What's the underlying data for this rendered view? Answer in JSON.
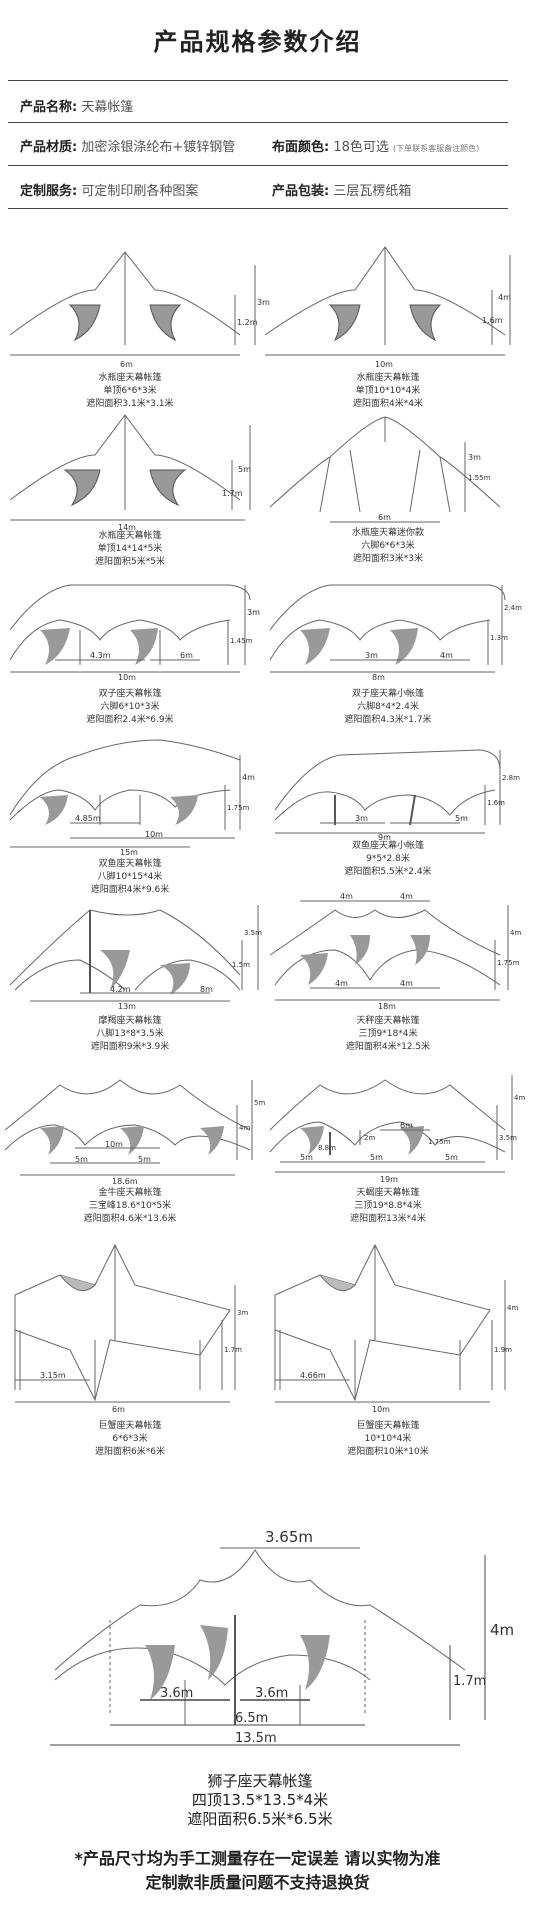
{
  "title": "产品规格参数介绍",
  "specs": {
    "name_label": "产品名称:",
    "name_value": "天幕帐篷",
    "material_label": "产品材质:",
    "material_value": "加密涂银涤纶布+镀锌钢管",
    "color_label": "布面颜色:",
    "color_value": "18色可选",
    "color_note": "(下单联系客服备注颜色)",
    "custom_label": "定制服务:",
    "custom_value": "可定制印刷各种图案",
    "pack_label": "产品包装:",
    "pack_value": "三层瓦楞纸箱"
  },
  "tents": [
    {
      "name": "水瓶座天幕帐篷",
      "l2": "单顶6*6*3米",
      "l3": "遮阳面积3.1米*3.1米",
      "w": "6m",
      "h": "3m",
      "h2": "1.2m"
    },
    {
      "name": "水瓶座天幕帐篷",
      "l2": "单顶10*10*4米",
      "l3": "遮阳面积4米*4米",
      "w": "10m",
      "h": "4m",
      "h2": "1.6m"
    },
    {
      "name": "水瓶座天幕帐篷",
      "l2": "单顶14*14*5米",
      "l3": "遮阳面积5米*5米",
      "w": "14m",
      "h": "5m",
      "h2": "1.7m"
    },
    {
      "name": "水瓶座天幕迷你款",
      "l2": "六脚6*6*3米",
      "l3": "遮阳面积3米*3米",
      "w": "6m",
      "h": "3m",
      "h2": "1.55m"
    },
    {
      "name": "双子座天幕帐篷",
      "l2": "六脚6*10*3米",
      "l3": "遮阳面积2.4米*6.9米",
      "w": "10m",
      "h": "3m",
      "h2": "1.45m",
      "d1": "4.3m",
      "d2": "6m"
    },
    {
      "name": "双子座天幕小帐篷",
      "l2": "六脚8*4*2.4米",
      "l3": "遮阳面积4.3米*1.7米",
      "w": "8m",
      "h": "2.4m",
      "h2": "1.3m",
      "d1": "3m",
      "d2": "4m"
    },
    {
      "name": "双鱼座天幕帐篷",
      "l2": "八脚10*15*4米",
      "l3": "遮阳面积4米*9.6米",
      "w": "15m",
      "w2": "10m",
      "h": "4m",
      "h2": "1.75m",
      "d1": "4.85m"
    },
    {
      "name": "双鱼座天幕小帐篷",
      "l2": "9*5*2.8米",
      "l3": "遮阳面积5.5米*2.4米",
      "w": "9m",
      "h": "2.8m",
      "h2": "1.6m",
      "d1": "3m",
      "d2": "5m"
    },
    {
      "name": "摩羯座天幕帐篷",
      "l2": "八脚13*8*3.5米",
      "l3": "遮阳面积9米*3.9米",
      "w": "13m",
      "h": "3.5m",
      "h2": "1.5m",
      "d1": "4.2m",
      "d2": "8m"
    },
    {
      "name": "天秤座天幕帐篷",
      "l2": "三顶9*18*4米",
      "l3": "遮阳面积4米*12.5米",
      "w": "18m",
      "h": "4m",
      "h2": "1.75m",
      "d1": "4m",
      "d2": "4m",
      "d3": "4m",
      "d4": "4m"
    },
    {
      "name": "金牛座天幕帐篷",
      "l2": "三宝峰18.6*10*5米",
      "l3": "遮阳面积4.6米*13.6米",
      "w": "18.6m",
      "w2": "10m",
      "h": "5m",
      "h2": "4m",
      "d1": "5m",
      "d2": "5m"
    },
    {
      "name": "天蝎座天幕帐篷",
      "l2": "三顶19*8.8*4米",
      "l3": "遮阳面积13米*4米",
      "w": "19m",
      "w2": "6m",
      "h": "4m",
      "h2": "3.5m",
      "d1": "5m",
      "d2": "5m",
      "d3": "5m",
      "d4": "8.8m",
      "d5": "2m",
      "d6": "1.75m"
    },
    {
      "name": "巨蟹座天幕帐篷",
      "l2": "6*6*3米",
      "l3": "遮阳面积6米*6米",
      "w": "6m",
      "h": "3m",
      "h2": "1.7m",
      "d1": "3.15m"
    },
    {
      "name": "巨蟹座天幕帐篷",
      "l2": "10*10*4米",
      "l3": "遮阳面积10米*10米",
      "w": "10m",
      "h": "4m",
      "h2": "1.9m",
      "d1": "4.66m"
    }
  ],
  "lion": {
    "name": "狮子座天幕帐篷",
    "l2": "四顶13.5*13.5*4米",
    "l3": "遮阳面积6.5米*6.5米",
    "top": "3.65m",
    "h": "4m",
    "h2": "1.7m",
    "d1": "3.6m",
    "d2": "3.6m",
    "w2": "6.5m",
    "w": "13.5m"
  },
  "footer": {
    "line1": "*产品尺寸均为手工测量存在一定误差 请以实物为准",
    "line2": "定制款非质量问题不支持退换货"
  }
}
